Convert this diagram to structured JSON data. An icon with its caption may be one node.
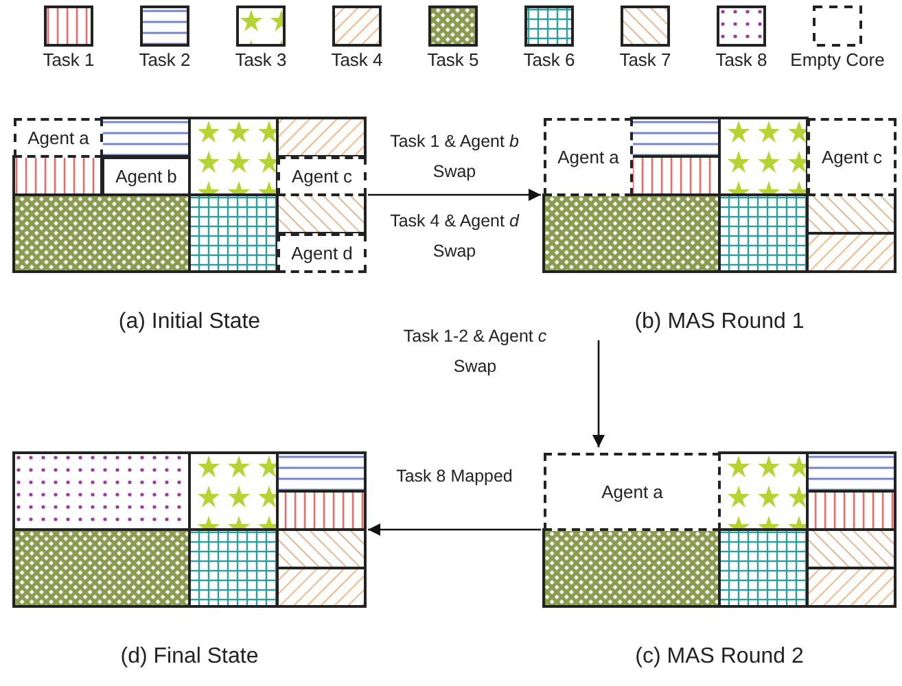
{
  "diagram": {
    "nodes": [
      {
        "text": [
          "(a) Initial State"
        ]
      },
      {
        "text": [
          "Agent a"
        ],
        "in": 0
      },
      {
        "text": [
          "Agent b"
        ],
        "in": 0
      },
      {
        "text": [
          "Agent c"
        ],
        "in": 0
      },
      {
        "text": [
          "Agent d"
        ],
        "in": 0
      },
      {
        "text": [
          "(b) MAS Round 1"
        ]
      },
      {
        "text": [
          "Agent a"
        ],
        "in": 5
      },
      {
        "text": [
          "Agent c"
        ],
        "in": 5
      },
      {
        "text": [
          "(c) MAS Round 2"
        ]
      },
      {
        "text": [
          "Agent a"
        ],
        "in": 8
      },
      {
        "text": [
          "(d) Final State"
        ]
      }
    ],
    "edges": [
      {
        "from": 0,
        "to": 5,
        "arrow": "to",
        "label": "Task 1 & Agent *b* Swap"
      },
      {
        "from": 5,
        "to": 8,
        "arrow": "to",
        "label": "Task 1-2 & Agent *c* Swap"
      },
      {
        "from": 8,
        "to": 10,
        "arrow": "to",
        "label": "Task 8 Mapped"
      }
    ],
    "labels": [
      "Task 4 & Agent *d* Swap"
    ],
    "legend": [
      {
        "text": "Task 1"
      },
      {
        "text": "Task 2"
      },
      {
        "text": "Task 3"
      },
      {
        "text": "Task 4"
      },
      {
        "text": "Task 5"
      },
      {
        "text": "Task 6"
      },
      {
        "text": "Task 7"
      },
      {
        "text": "Task 8"
      },
      {
        "text": "Empty Core"
      }
    ]
  }
}
